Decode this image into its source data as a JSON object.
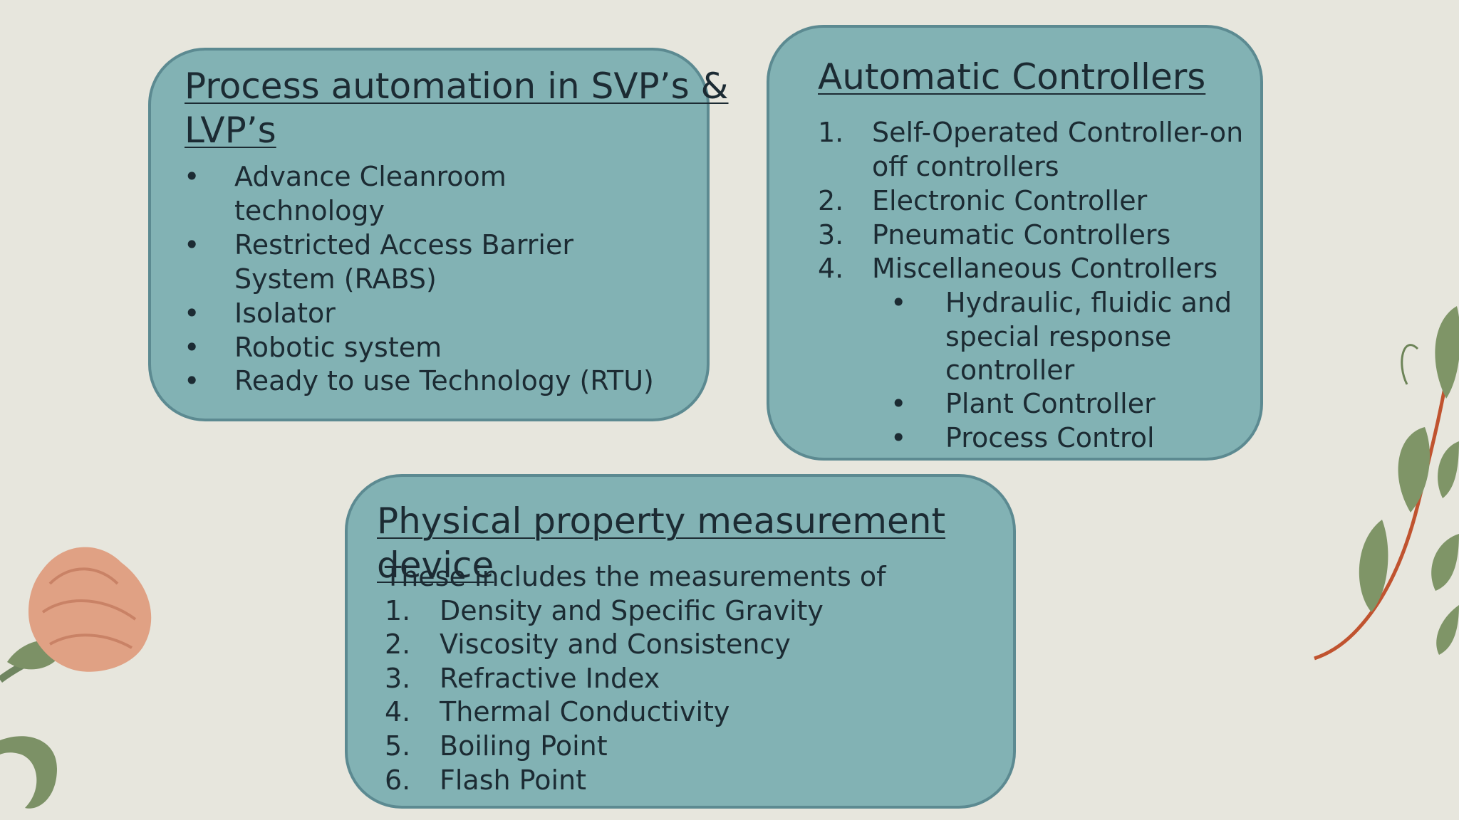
{
  "slide": {
    "automation": {
      "heading_line1": "Process automation in SVP’s &",
      "heading_line2": "LVP’s",
      "items": [
        [
          "Advance Cleanroom",
          "technology"
        ],
        [
          "Restricted Access Barrier",
          "System (RABS)"
        ],
        [
          "Isolator"
        ],
        [
          "Robotic system"
        ],
        [
          "Ready to use Technology (RTU)"
        ]
      ]
    },
    "controllers": {
      "heading": "Automatic Controllers ",
      "items": [
        {
          "num": "1.",
          "lines": [
            "Self-Operated Controller-on",
            "off controllers"
          ]
        },
        {
          "num": "2.",
          "lines": [
            "Electronic Controller"
          ]
        },
        {
          "num": "3.",
          "lines": [
            "Pneumatic Controllers"
          ]
        },
        {
          "num": "4.",
          "lines": [
            "Miscellaneous Controllers"
          ]
        }
      ],
      "subitems": [
        [
          "Hydraulic, fluidic and",
          "special response",
          "controller"
        ],
        [
          "Plant Controller"
        ],
        [
          "Process Control"
        ]
      ]
    },
    "measurement": {
      "heading_line1": "Physical property measurement",
      "heading_line2": "device",
      "intro": "These includes the measurements of",
      "items": [
        {
          "num": "1.",
          "text": "Density and Specific Gravity"
        },
        {
          "num": "2.",
          "text": "Viscosity and Consistency"
        },
        {
          "num": "3.",
          "text": "Refractive Index"
        },
        {
          "num": "4.",
          "text": "Thermal Conductivity"
        },
        {
          "num": "5.",
          "text": "Boiling Point"
        },
        {
          "num": "6.",
          "text": "Flash Point"
        }
      ]
    },
    "bullet": "•",
    "colors": {
      "background": "#e7e6dd",
      "card": "#82b2b4",
      "card_border": "#5c8a91",
      "text": "#1c2b33"
    }
  }
}
